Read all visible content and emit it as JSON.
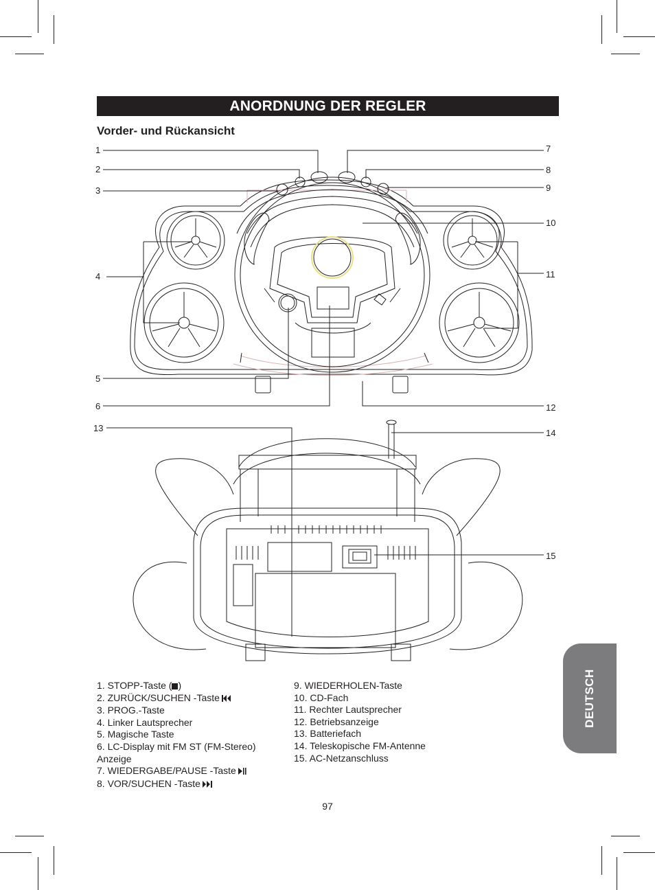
{
  "header": {
    "title": "ANORDNUNG DER REGLER"
  },
  "section": {
    "subtitle": "Vorder- und Rückansicht"
  },
  "callouts": [
    "1",
    "2",
    "3",
    "4",
    "5",
    "6",
    "7",
    "8",
    "9",
    "10",
    "11",
    "12",
    "13",
    "14",
    "15"
  ],
  "legend_left": [
    "1. STOPP-Taste (",
    ")",
    "2. ZURÜCK/SUCHEN -Taste",
    "3. PROG.-Taste",
    "4. Linker Lautsprecher",
    "5. Magische Taste",
    "6. LC-Display mit FM ST (FM-Stereo)",
    "Anzeige",
    "7. WIEDERGABE/PAUSE -Taste",
    "8. VOR/SUCHEN -Taste"
  ],
  "legend_right": [
    "9. WIEDERHOLEN-Taste",
    "10. CD-Fach",
    "11. Rechter Lautsprecher",
    "12. Betriebsanzeige",
    "13. Batteriefach",
    "14. Teleskopische FM-Antenne",
    "15. AC-Netzanschluss"
  ],
  "page_number": "97",
  "side_tab": {
    "label": "DEUTSCH"
  },
  "colors": {
    "dark": "#231f20",
    "tab_gray": "#7c7b7d",
    "accent_red": "#d9b3b3",
    "disc_yellow": "#e8e089"
  }
}
